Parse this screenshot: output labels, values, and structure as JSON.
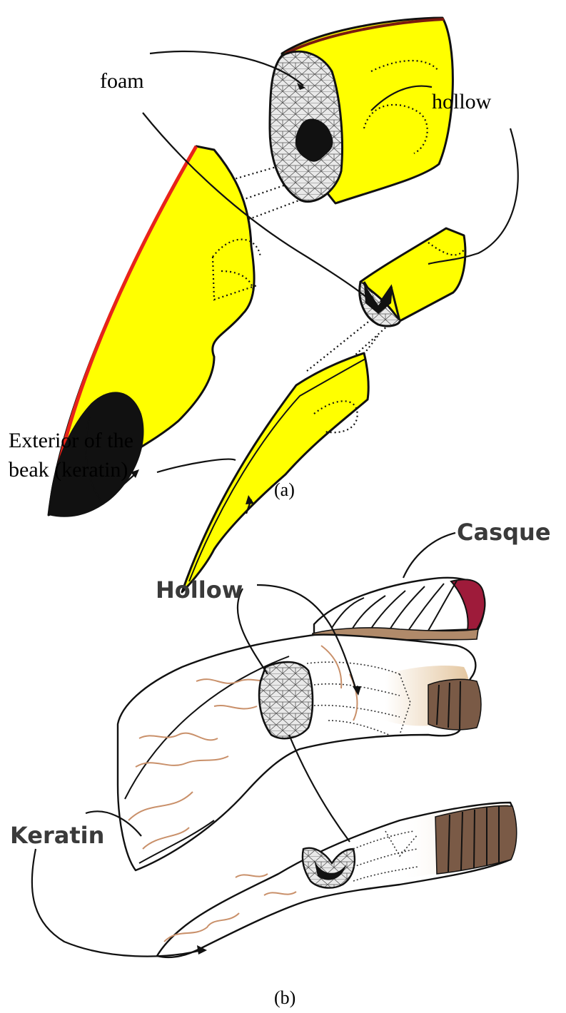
{
  "panel_a": {
    "labels": {
      "foam": "foam",
      "hollow": "hollow",
      "exterior_line1": "Exterior of the",
      "exterior_line2": "beak (keratin)"
    },
    "caption": "(a)"
  },
  "panel_b": {
    "labels": {
      "casque": "Casque",
      "hollow": "Hollow",
      "keratin": "Keratin"
    },
    "caption": "(b)"
  },
  "colors": {
    "keratin_yellow": "#ffff00",
    "keratin_ridge_red": "#e8231a",
    "hollow_black": "#111111",
    "foam_gray": "#e6e6e6",
    "casque_red": "#9e1b3a",
    "casque_brown": "#7a5a46",
    "keratin_tan": "#c9906a"
  }
}
